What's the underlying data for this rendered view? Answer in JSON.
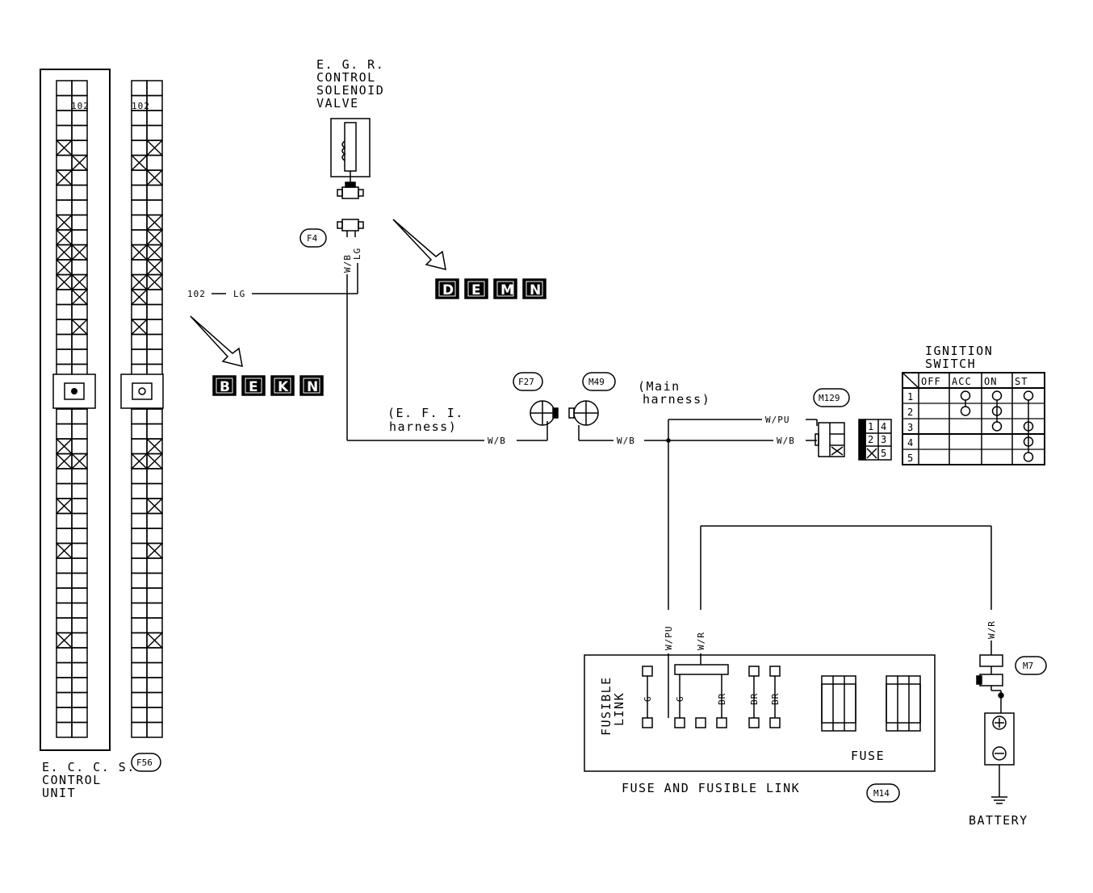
{
  "ecu": {
    "label_lines": [
      "E. C. C. S.",
      "CONTROL",
      "UNIT"
    ],
    "pin": "102"
  },
  "f56": {
    "tag": "F56",
    "pin": "102"
  },
  "egr": {
    "label_lines": [
      "E. G. R.",
      "CONTROL",
      "SOLENOID",
      "VALVE"
    ]
  },
  "connectors": {
    "f4": "F4",
    "f27": "F27",
    "m49": "M49",
    "m129": "M129",
    "m7": "M7",
    "m14": "M14"
  },
  "wires": {
    "w102": "102",
    "lg": "LG",
    "wb": "W/B",
    "wpu": "W/PU",
    "wr": "W/R"
  },
  "harness": {
    "efi": [
      "(E. F. I.",
      "harness)"
    ],
    "main": [
      "(Main",
      "harness)"
    ]
  },
  "blocks": {
    "demn": [
      "D",
      "E",
      "M",
      "N"
    ],
    "bekn": [
      "B",
      "E",
      "K",
      "N"
    ]
  },
  "ignition": {
    "title": [
      "IGNITION",
      "SWITCH"
    ],
    "columns": [
      "OFF",
      "ACC",
      "ON",
      "ST"
    ],
    "rows": [
      "1",
      "2",
      "3",
      "4",
      "5"
    ]
  },
  "m129_pins": [
    "1",
    "4",
    "2",
    "3",
    "5"
  ],
  "fuse_box": {
    "fusible_link": [
      "FUSIBLE",
      "LINK"
    ],
    "fuse": "FUSE",
    "title": "FUSE AND FUSIBLE LINK",
    "wire_labels": [
      "G",
      "G",
      "BR",
      "BR",
      "BR"
    ]
  },
  "battery": "BATTERY"
}
